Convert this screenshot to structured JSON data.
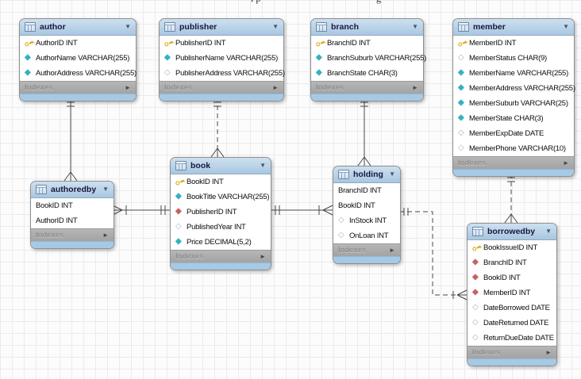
{
  "labels": {
    "indexes": "Indexes"
  },
  "glyphs": {
    "collapse": "▼",
    "expand": "►"
  },
  "artifacts": {
    "left": "l p",
    "right": "g"
  },
  "colors": {
    "header_bg": "#aac7e1",
    "footer_strip": "#a6c9e5",
    "indexes_bg": "#a9a9a9",
    "table_border": "#8f8f8f",
    "line": "#474747",
    "key_icon": "#d9a400",
    "not_null_diamond": "#2fb2c4",
    "nullable_diamond": "#9db7c2",
    "foreign_key_diamond": "#c9605c",
    "grid": "#ebebeb"
  },
  "tables": [
    {
      "name": "author",
      "columns": [
        {
          "icon": "key",
          "label": "AuthorID INT"
        },
        {
          "icon": "diamond",
          "label": "AuthorName VARCHAR(255)"
        },
        {
          "icon": "diamond",
          "label": "AuthorAddress VARCHAR(255)"
        }
      ]
    },
    {
      "name": "publisher",
      "columns": [
        {
          "icon": "key",
          "label": "PublisherID INT"
        },
        {
          "icon": "diamond",
          "label": "PublisherName VARCHAR(255)"
        },
        {
          "icon": "diamond-hollow",
          "label": "PublisherAddress VARCHAR(255)"
        }
      ]
    },
    {
      "name": "branch",
      "columns": [
        {
          "icon": "key",
          "label": "BranchID INT"
        },
        {
          "icon": "diamond",
          "label": "BranchSuburb VARCHAR(255)"
        },
        {
          "icon": "diamond",
          "label": "BranchState CHAR(3)"
        }
      ]
    },
    {
      "name": "member",
      "columns": [
        {
          "icon": "key",
          "label": "MemberID INT"
        },
        {
          "icon": "diamond-hollow",
          "label": "MemberStatus CHAR(9)"
        },
        {
          "icon": "diamond",
          "label": "MemberName VARCHAR(255)"
        },
        {
          "icon": "diamond",
          "label": "MemberAddress VARCHAR(255)"
        },
        {
          "icon": "diamond",
          "label": "MemberSuburb VARCHAR(25)"
        },
        {
          "icon": "diamond",
          "label": "MemberState CHAR(3)"
        },
        {
          "icon": "diamond-hollow",
          "label": "MemberExpDate DATE"
        },
        {
          "icon": "diamond-hollow",
          "label": "MemberPhone VARCHAR(10)"
        }
      ]
    },
    {
      "name": "authoredby",
      "columns": [
        {
          "icon": "none",
          "label": "BookID INT"
        },
        {
          "icon": "none",
          "label": "AuthorID INT"
        }
      ]
    },
    {
      "name": "book",
      "columns": [
        {
          "icon": "key",
          "label": "BookID INT"
        },
        {
          "icon": "diamond",
          "label": "BookTitle VARCHAR(255)"
        },
        {
          "icon": "diamond-red",
          "label": "PublisherID INT"
        },
        {
          "icon": "diamond-hollow",
          "label": "PublishedYear INT"
        },
        {
          "icon": "diamond",
          "label": "Price DECIMAL(5,2)"
        }
      ]
    },
    {
      "name": "holding",
      "columns": [
        {
          "icon": "none",
          "label": "BranchID INT"
        },
        {
          "icon": "none",
          "label": "BookID INT"
        },
        {
          "icon": "diamond-hollow",
          "label": "InStock INT"
        },
        {
          "icon": "diamond-hollow",
          "label": "OnLoan INT"
        }
      ]
    },
    {
      "name": "borrowedby",
      "columns": [
        {
          "icon": "key",
          "label": "BookIssueID INT"
        },
        {
          "icon": "diamond-red",
          "label": "BranchID INT"
        },
        {
          "icon": "diamond-red",
          "label": "BookID INT"
        },
        {
          "icon": "diamond-red",
          "label": "MemberID INT"
        },
        {
          "icon": "diamond-hollow",
          "label": "DateBorrowed DATE"
        },
        {
          "icon": "diamond-hollow",
          "label": "DateReturned DATE"
        },
        {
          "icon": "diamond-hollow",
          "label": "ReturnDueDate DATE"
        }
      ]
    }
  ],
  "relationships": [
    {
      "from": "author",
      "to": "authoredby",
      "line": "solid",
      "from_cardinality": "one",
      "to_cardinality": "many"
    },
    {
      "from": "publisher",
      "to": "book",
      "line": "dashed",
      "from_cardinality": "one",
      "to_cardinality": "many"
    },
    {
      "from": "branch",
      "to": "holding",
      "line": "solid",
      "from_cardinality": "one",
      "to_cardinality": "many"
    },
    {
      "from": "member",
      "to": "borrowedby",
      "line": "dashed",
      "from_cardinality": "one",
      "to_cardinality": "many"
    },
    {
      "from": "book",
      "to": "authoredby",
      "line": "solid",
      "from_cardinality": "one",
      "to_cardinality": "many"
    },
    {
      "from": "book",
      "to": "holding",
      "line": "solid",
      "from_cardinality": "one",
      "to_cardinality": "many"
    },
    {
      "from": "holding",
      "to": "borrowedby",
      "line": "dashed",
      "from_cardinality": "one",
      "to_cardinality": "many"
    }
  ]
}
